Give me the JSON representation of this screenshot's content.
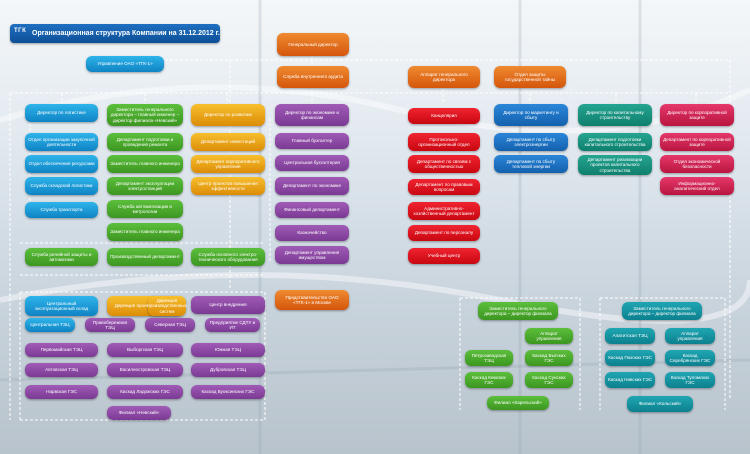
{
  "logo": "ТГК",
  "title": "Организационная структура Компании на 31.12.2012 г.",
  "boxes": {
    "gd": "Генеральный директор",
    "upr": "Управление ОАО «ТГК-1»",
    "audit": "Служба внутреннего аудита",
    "apparat": "Аппарат генерального директора",
    "gostayna": "Отдел защиты государственной тайны",
    "dir_pol": "Директор по логистике",
    "c1": "Отдел организации закупочной деятельности",
    "c2": "Отдел обеспечения ресурсами",
    "c3": "Служба складской логистики",
    "c4": "Служба транспорта",
    "zgd_gl": "Заместитель генерального директора – главный инженер – директор филиала «Невский»",
    "y1": "Департамент подготовки и проведения ремонта",
    "y2": "Заместитель главного инженера",
    "y3": "Департамент эксплуатации электростанций",
    "y4": "Служба автоматизации и метрологии",
    "zgi": "Заместитель главного инженера",
    "g1": "Служба релейной защиты и автоматики",
    "g2": "Производственный департамент",
    "g3": "Служба основного электро-технического оборудования",
    "dir_raz": "Директор по развитию",
    "o1": "Департамент инвестиций",
    "o2": "Департамент корпоративного управления",
    "o3": "Центр проектов повышения эффективности",
    "dir_ek": "Директор по экономике и финансам",
    "p1": "Главный бухгалтер",
    "p2": "Центральная бухгалтерия",
    "p3": "Департамент по экономике",
    "p4": "Финансовый департамент",
    "p5": "Казначейство",
    "p6": "Департамент управления имуществом",
    "r1": "Канцелярия",
    "r2": "Протокольно-организационный отдел",
    "r3": "Департамент по связям с общественностью",
    "r4": "Департамент по правовым вопросам",
    "r5": "Административно-хозяйственный департамент",
    "r6": "Департамент по персоналу",
    "r7": "Учебный центр",
    "dir_mark": "Директор по маркетингу и сбыту",
    "b1": "Департамент по сбыту электроэнергии",
    "b2": "Департамент по сбыту тепловой энергии",
    "dir_kap": "Директор по капитальному строительству",
    "t1": "Департамент подготовки капитального строительства",
    "t2": "Департамент реализации проектов капитального строительства",
    "dir_korp": "Директор по корпоративной защите",
    "k1": "Департамент по корпоративной защите",
    "k2": "Отдел экономической безопасности",
    "k3": "Информационно-аналитический отдел",
    "pred": "Представительство ОАО «ТГК-1» в Москве",
    "v1": "Центральный эксплуатационный склад",
    "v2": "Дирекция проекта МАХИМО",
    "v3": "Дирекция производственных систем",
    "v4": "Центр внедрения",
    "v5": "Центральная ТЭЦ",
    "v6": "Правобережная ТЭЦ",
    "v7": "Северная ТЭЦ",
    "v8": "Предприятие СДТУ и ИТ",
    "n1": "Первомайская ТЭЦ",
    "n2": "Выборгская ТЭЦ",
    "n3": "Южная ТЭЦ",
    "n4": "Автовская ТЭЦ",
    "n5": "Василеостровская ТЭЦ",
    "n6": "Дубровская ТЭЦ",
    "n7": "Нарвская ГЭС",
    "n8": "Каскад Ладожских ГЭС",
    "n9": "Каскад Вуоксинских ГЭС",
    "n10": "Филиал «Невский»",
    "zk": "Заместитель генерального директора – директор филиала",
    "zk_ap": "Аппарат управления",
    "kr1": "Петрозаводская ТЭЦ",
    "kr2": "Каскад Выгских ГЭС",
    "kr3": "Каскад Кемских ГЭС",
    "kr4": "Каскад Сунских ГЭС",
    "kr5": "Филиал «Карельский»",
    "zko": "Заместитель генерального директора – директор филиала",
    "ko_ap": "Аппарат управления",
    "ko1": "Апатитская ТЭЦ",
    "ko2": "Каскад Пазских ГЭС",
    "ko3": "Каскад Серебрянских ГЭС",
    "ko4": "Каскад Нивских ГЭС",
    "ko5": "Каскад Туломских ГЭС",
    "ko6": "Филиал «Кольский»"
  },
  "colors": {
    "orange": "#e2701c",
    "cyan": "#1a9ad6",
    "yellow": "#eaa514",
    "purple": "#8a4aa3",
    "red": "#dd1520",
    "blue": "#1e72c2",
    "teal": "#1a927f",
    "crimson": "#cf2655",
    "green": "#4baa2e",
    "title_bg": "#1660ad"
  }
}
